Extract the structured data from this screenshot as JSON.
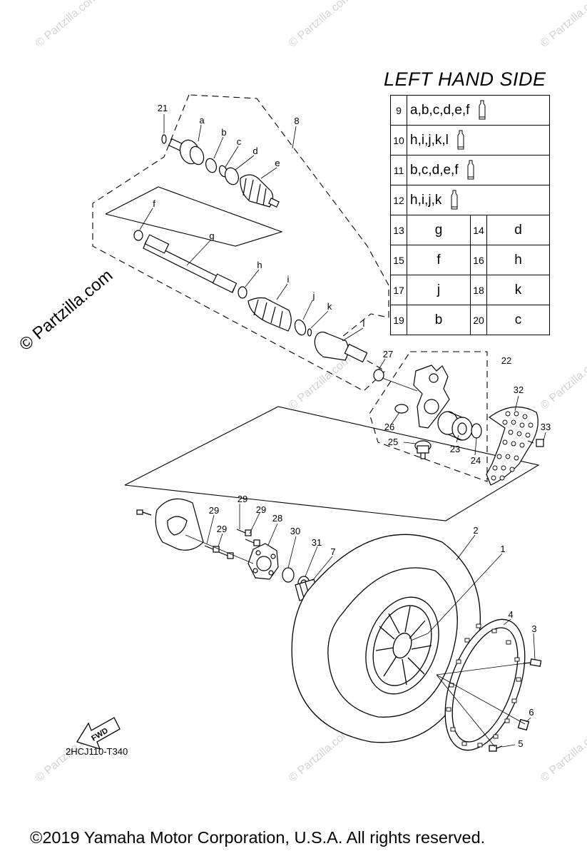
{
  "header": {
    "title": "LEFT HAND SIDE"
  },
  "legend": {
    "wide_rows": [
      {
        "num": "9",
        "text": "a,b,c,d,e,f",
        "icon": "grease-tube-icon"
      },
      {
        "num": "10",
        "text": "h,i,j,k,l",
        "icon": "grease-tube-icon"
      },
      {
        "num": "11",
        "text": "b,c,d,e,f",
        "icon": "grease-tube-icon"
      },
      {
        "num": "12",
        "text": "h,i,j,k",
        "icon": "grease-tube-icon"
      }
    ],
    "pair_rows": [
      {
        "n1": "13",
        "v1": "g",
        "n2": "14",
        "v2": "d"
      },
      {
        "n1": "15",
        "v1": "f",
        "n2": "16",
        "v2": "h"
      },
      {
        "n1": "17",
        "v1": "j",
        "n2": "18",
        "v2": "k"
      },
      {
        "n1": "19",
        "v1": "b",
        "n2": "20",
        "v2": "c"
      }
    ]
  },
  "callouts": {
    "c21": "21",
    "a": "a",
    "b": "b",
    "c": "c",
    "d": "d",
    "e": "e",
    "c8": "8",
    "f": "f",
    "g": "g",
    "h": "h",
    "i": "i",
    "j": "j",
    "k": "k",
    "l": "l",
    "c27": "27",
    "c22": "22",
    "c32": "32",
    "c33": "33",
    "c26": "26",
    "c25": "25",
    "c23": "23",
    "c24": "24",
    "c29a": "29",
    "c29b": "29",
    "c29c": "29",
    "c29d": "29",
    "c28": "28",
    "c30": "30",
    "c31": "31",
    "c7": "7",
    "c2": "2",
    "c1": "1",
    "c4": "4",
    "c3": "3",
    "c6": "6",
    "c5": "5"
  },
  "fwd_label": "FWD",
  "diagram_code": "2HCJ110-T340",
  "watermark_main": "© Partzilla.com",
  "watermark_small": "© Partzilla.com",
  "copyright": "©2019 Yamaha Motor Corporation, U.S.A. All rights reserved."
}
